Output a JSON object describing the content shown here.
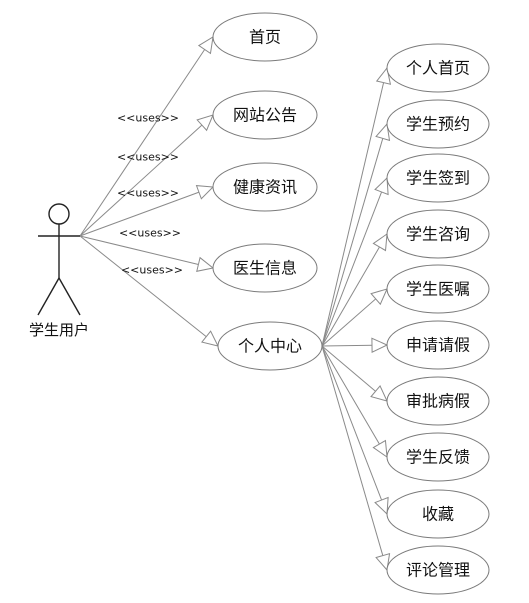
{
  "actor": {
    "label": "学生用户"
  },
  "stereotype": "<<uses>>",
  "primary_use_cases": [
    "首页",
    "网站公告",
    "健康资讯",
    "医生信息",
    "个人中心"
  ],
  "personal_center_use_cases": [
    "个人首页",
    "学生预约",
    "学生签到",
    "学生咨询",
    "学生医嘱",
    "申请请假",
    "审批病假",
    "学生反馈",
    "收藏",
    "评论管理"
  ]
}
